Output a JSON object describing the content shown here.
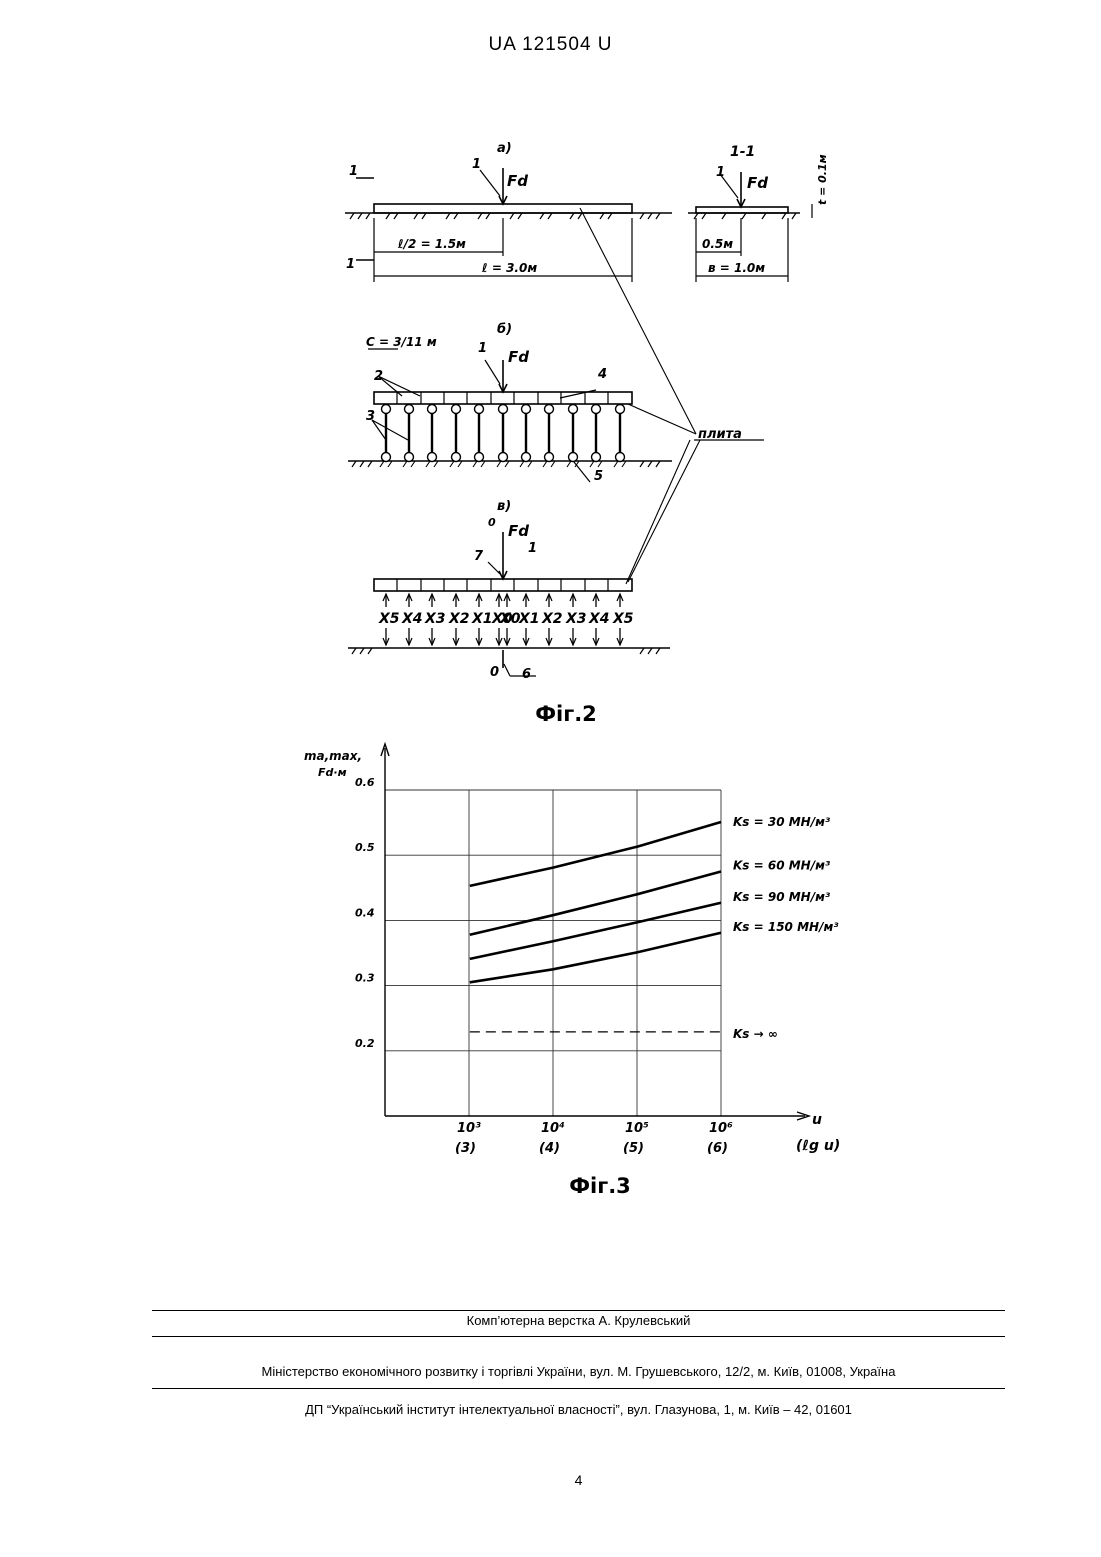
{
  "header": {
    "text": "UA   121504   U"
  },
  "fig2": {
    "caption": "Фіг.2",
    "label_a": "а)",
    "label_b": "б)",
    "label_v": "в)",
    "section": "1-1",
    "force": "Fd",
    "dim_half": "ℓ/2 = 1.5м",
    "dim_l": "ℓ = 3.0м",
    "dim_05": "0.5м",
    "dim_b": "в = 1.0м",
    "dim_t": "t = 0.1м",
    "spacing": "C = 3/11 м",
    "plate": "плита",
    "cut_label": "1",
    "markers": [
      "1",
      "2",
      "3",
      "4",
      "5",
      "6",
      "7"
    ],
    "zero": "0",
    "x_labels": [
      "X5",
      "X4",
      "X3",
      "X2",
      "X1",
      "X0",
      "X0",
      "X1",
      "X2",
      "X3",
      "X4",
      "X5"
    ]
  },
  "fig3": {
    "caption": "Фіг.3",
    "y_title_1": "ma,max,",
    "y_title_2": "Fd·м",
    "x_title": "u",
    "x_title_log": "(ℓg u)",
    "series_labels": [
      "Ks = 30 МН/м³",
      "Ks = 60 МН/м³",
      "Ks = 90 МН/м³",
      "Ks = 150 МН/м³",
      "Ks → ∞"
    ]
  },
  "chart_data": {
    "type": "line",
    "title": "",
    "xlabel": "u (ℓg u)",
    "ylabel": "ma,max, Fd·м",
    "xscale": "log",
    "x": [
      3,
      4,
      5,
      6
    ],
    "x_tick_labels": [
      "10³ (3)",
      "10⁴ (4)",
      "10⁵ (5)",
      "10⁶ (6)"
    ],
    "y_ticks": [
      0.2,
      0.3,
      0.4,
      0.5,
      0.6
    ],
    "ylim": [
      0.1,
      0.6
    ],
    "grid": true,
    "series": [
      {
        "name": "Ks = 30 МН/м³",
        "values": [
          0.453,
          0.481,
          0.513,
          0.551
        ],
        "style": "solid"
      },
      {
        "name": "Ks = 60 МН/м³",
        "values": [
          0.378,
          0.408,
          0.44,
          0.475
        ],
        "style": "solid"
      },
      {
        "name": "Ks = 90 МН/м³",
        "values": [
          0.341,
          0.368,
          0.397,
          0.427
        ],
        "style": "solid"
      },
      {
        "name": "Ks = 150 МН/м³",
        "values": [
          0.305,
          0.325,
          0.351,
          0.381
        ],
        "style": "solid"
      },
      {
        "name": "Ks → ∞",
        "values": [
          0.229,
          0.229,
          0.229,
          0.229
        ],
        "style": "dashed"
      }
    ]
  },
  "footer": {
    "typeset": "Комп’ютерна верстка А. Крулевський",
    "ministry": "Міністерство економічного розвитку і торгівлі України, вул. М. Грушевського, 12/2, м. Київ, 01008, Україна",
    "institute": "ДП “Український інститут інтелектуальної власності”, вул. Глазунова, 1, м. Київ – 42, 01601",
    "page": "4"
  }
}
